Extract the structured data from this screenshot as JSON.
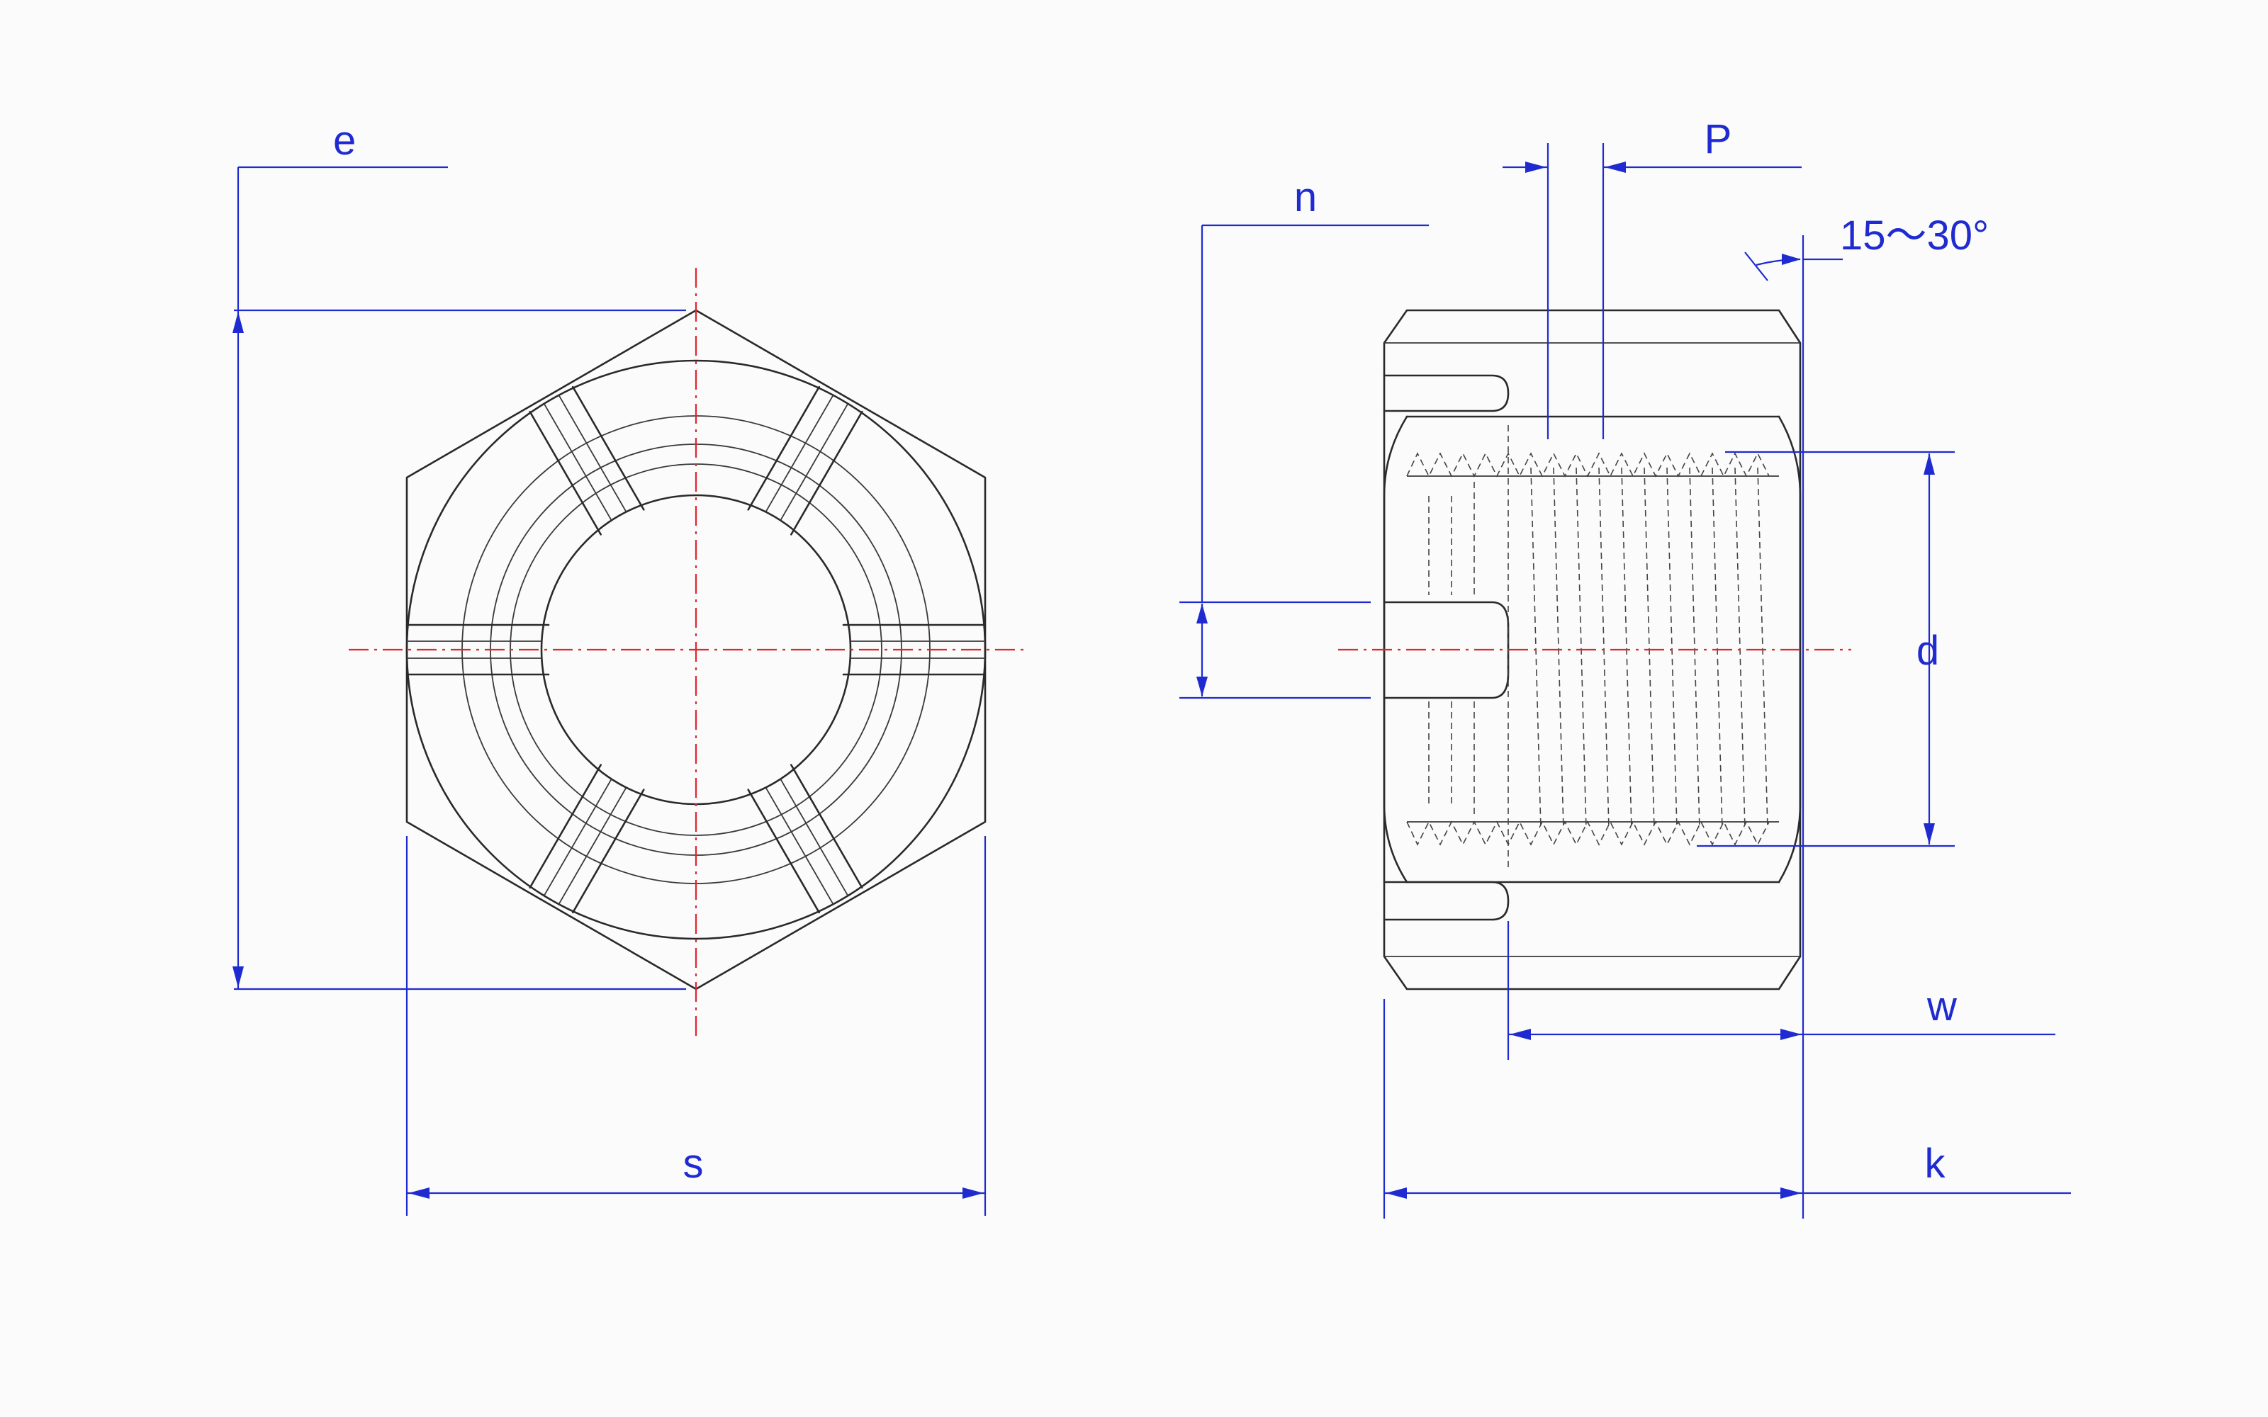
{
  "diagram": {
    "colors": {
      "object_line": "#2a2a2a",
      "dimension_line": "#1f2bd0",
      "center_line": "#e0252f",
      "background": "#fbfbfb"
    },
    "labels": {
      "e": "e",
      "s": "s",
      "n": "n",
      "P": "P",
      "angle": "15～30°",
      "d": "d",
      "w": "w",
      "k": "k"
    }
  }
}
